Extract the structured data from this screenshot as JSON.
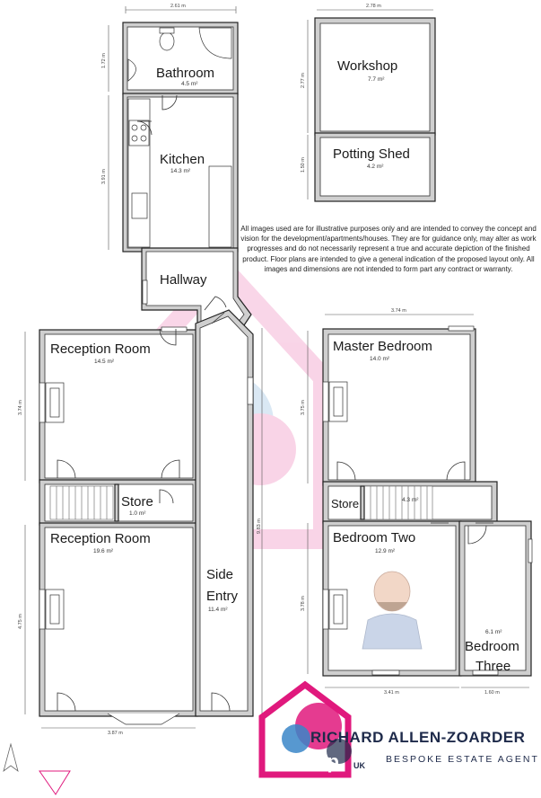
{
  "disclaimer": "All images used are for illustrative purposes only and are intended to convey the concept and vision for the development/apartments/houses. They are for guidance only, may alter as work progresses and do not necessarily represent a true and accurate depiction of the finished product. Floor plans are intended to give a general indication of the proposed layout only. All images and dimensions are not intended to form part any contract or warranty.",
  "rooms": {
    "bathroom": {
      "name": "Bathroom",
      "area": "4.5 m²"
    },
    "kitchen": {
      "name": "Kitchen",
      "area": "14.3 m²"
    },
    "hallway": {
      "name": "Hallway"
    },
    "reception1": {
      "name": "Reception Room",
      "area": "14.5 m²"
    },
    "store_ground": {
      "name": "Store",
      "area": "1.0 m²"
    },
    "reception2": {
      "name": "Reception Room",
      "area": "19.6 m²"
    },
    "side_entry": {
      "line1": "Side",
      "line2": "Entry",
      "area": "11.4 m²"
    },
    "workshop": {
      "name": "Workshop",
      "area": "7.7 m²"
    },
    "potting_shed": {
      "name": "Potting Shed",
      "area": "4.2 m²"
    },
    "master_bedroom": {
      "name": "Master Bedroom",
      "area": "14.0 m²"
    },
    "store_first": {
      "name": "Store",
      "area": "4.3 m²"
    },
    "bedroom_two": {
      "name": "Bedroom Two",
      "area": "12.9 m²"
    },
    "bedroom_three": {
      "line1": "Bedroom",
      "line2": "Three",
      "area": "6.1 m²"
    }
  },
  "dimensions": {
    "bath_width": "2.61 m",
    "bath_height": "1.72 m",
    "kitchen_height": "3.91 m",
    "reception1_height": "3.74 m",
    "reception2_height": "4.75 m",
    "ground_width": "3.87 m",
    "ground_total_length": "9.83 m",
    "outbuilding_width": "2.78 m",
    "workshop_height": "2.77 m",
    "shed_height": "1.50 m",
    "first_width": "3.74 m",
    "master_height": "3.75 m",
    "bed2_height": "3.78 m",
    "bed2_width": "3.41 m",
    "bed3_width": "1.60 m"
  },
  "brand": {
    "name": "RICHARD ALLEN-ZOARDER",
    "tagline": "BESPOKE ESTATE AGENT",
    "logo_text": "exp",
    "logo_sub": "UK",
    "colors": {
      "pink": "#e0197d",
      "navy": "#1e2a4a",
      "blue": "#3a86c8"
    }
  }
}
